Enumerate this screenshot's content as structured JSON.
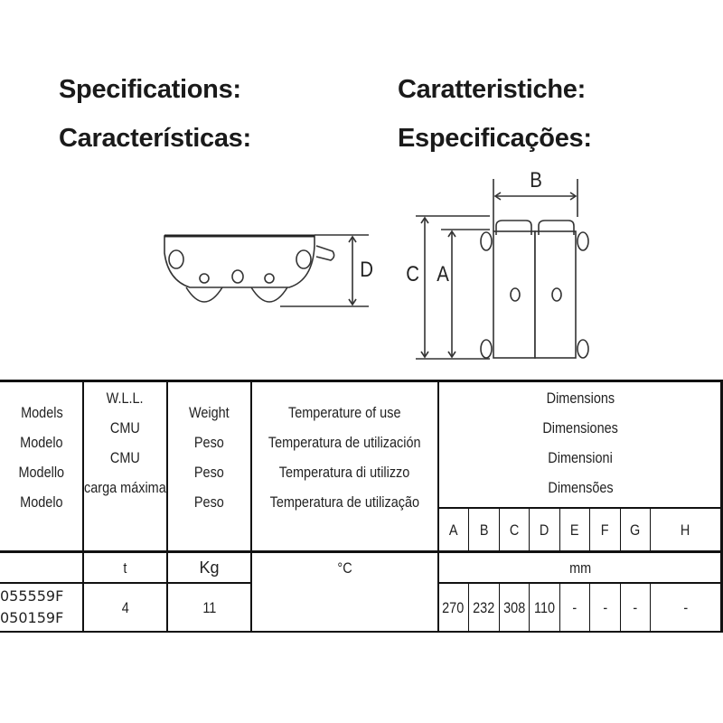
{
  "titles": {
    "en": "Specifications:",
    "it": "Caratteristiche:",
    "es": "Características:",
    "pt": "Especificações:"
  },
  "diagram_labels": {
    "a": "A",
    "b": "B",
    "c": "C",
    "d": "D"
  },
  "table": {
    "headers": {
      "models": [
        "Models",
        "Modelo",
        "Modello",
        "Modelo"
      ],
      "wll": [
        "W.L.L.",
        "CMU",
        "CMU",
        "carga máxima"
      ],
      "weight": [
        "Weight",
        "Peso",
        "Peso",
        "Peso"
      ],
      "temperature": [
        "Temperature of use",
        "Temperatura de utilización",
        "Temperatura di utilizzo",
        "Temperatura de utilização"
      ],
      "dimensions": [
        "Dimensions",
        "Dimensiones",
        "Dimensioni",
        "Dimensões"
      ],
      "dim_columns": [
        "A",
        "B",
        "C",
        "D",
        "E",
        "F",
        "G",
        "H"
      ]
    },
    "units": {
      "wll": "t",
      "weight": "Kg",
      "temperature": "°C",
      "dimensions": "mm"
    },
    "rows": [
      {
        "models": [
          "055559F",
          "050159F"
        ],
        "wll": "4",
        "weight": "11",
        "temperature": "",
        "dims": [
          "270",
          "232",
          "308",
          "110",
          "-",
          "-",
          "-",
          "-"
        ]
      }
    ]
  }
}
